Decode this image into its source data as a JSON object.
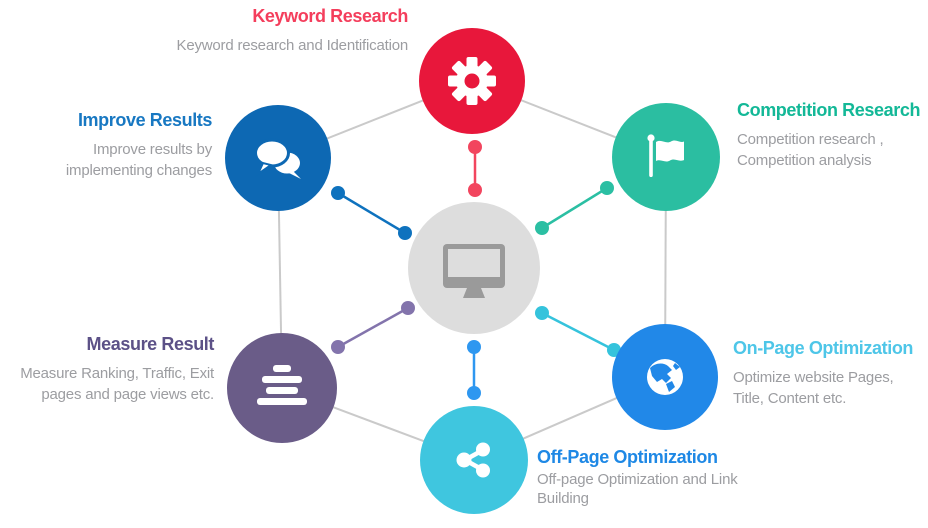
{
  "diagram": {
    "title": "SEO process hexagon diagram",
    "center": {
      "icon": "monitor-icon",
      "circle_color": "#DDDDDD",
      "icon_color": "#9A9A9A"
    },
    "colors": {
      "hexagon_line": "#CACACA",
      "description_text": "#9C9DA1",
      "background": "#FFFFFF"
    },
    "nodes": [
      {
        "id": "keyword-research",
        "title": "Keyword Research",
        "description": "Keyword research and Identification",
        "icon": "gear-icon",
        "circle_color": "#E8173B",
        "title_color": "#F43E5C",
        "connector_color": "#F2455E",
        "position": "top"
      },
      {
        "id": "competition-research",
        "title": "Competition Research",
        "description": "Competition research ,\nCompetition analysis",
        "icon": "flag-icon",
        "circle_color": "#2BBEA1",
        "title_color": "#13B897",
        "connector_color": "#2BBFA3",
        "position": "top-right"
      },
      {
        "id": "on-page-optimization",
        "title": "On-Page Optimization",
        "description": "Optimize website Pages,\nTitle, Content etc.",
        "icon": "globe-icon",
        "circle_color": "#2188E8",
        "title_color": "#4EC6E8",
        "connector_color": "#35C3DC",
        "position": "bottom-right"
      },
      {
        "id": "off-page-optimization",
        "title": "Off-Page Optimization",
        "description": "Off-page Optimization and Link\nBuilding",
        "icon": "share-icon",
        "circle_color": "#3FC6DF",
        "title_color": "#1E88E5",
        "connector_color": "#2E97F0",
        "position": "bottom"
      },
      {
        "id": "measure-result",
        "title": "Measure Result",
        "description": "Measure Ranking, Traffic, Exit\npages and page views etc.",
        "icon": "bar-chart-icon",
        "circle_color": "#6A5C88",
        "title_color": "#5C5187",
        "connector_color": "#8374AC",
        "position": "bottom-left"
      },
      {
        "id": "improve-results",
        "title": "Improve Results",
        "description": "Improve results by\nimplementing changes",
        "icon": "chat-bubbles-icon",
        "circle_color": "#0D68B3",
        "title_color": "#1878C2",
        "connector_color": "#0E72BE",
        "position": "top-left"
      }
    ]
  }
}
